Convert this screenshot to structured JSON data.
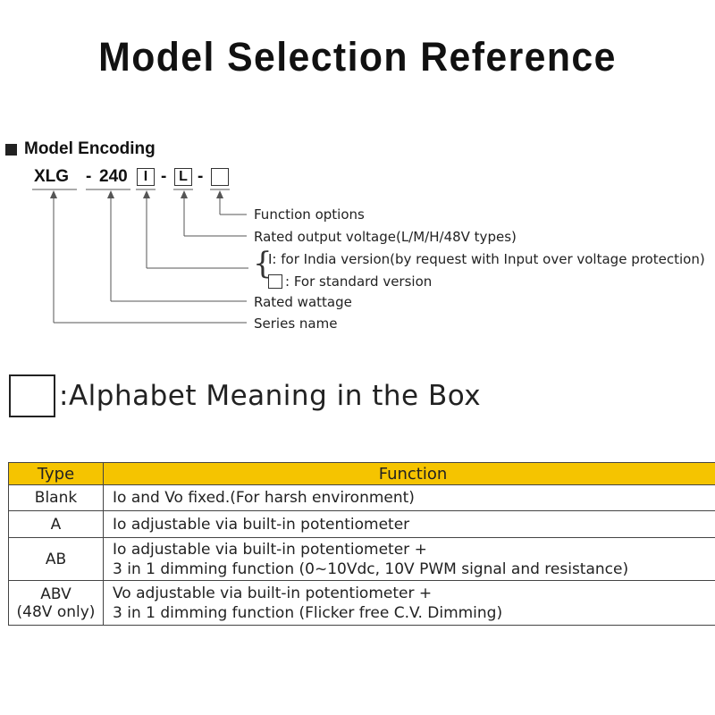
{
  "title": "Model Selection Reference",
  "encoding": {
    "heading": "Model Encoding",
    "series": "XLG",
    "dash": "-",
    "wattage": "240",
    "box_i": "I",
    "box_l": "L"
  },
  "labels": {
    "function_options": "Function options",
    "rated_output_voltage": "Rated output voltage(L/M/H/48V types)",
    "india_version": "I: for India version(by request with Input over voltage protection)",
    "standard_version": ": For standard version",
    "rated_wattage": "Rated wattage",
    "series_name": "Series name"
  },
  "alphabet_heading": ":Alphabet Meaning in the Box",
  "table": {
    "header_type": "Type",
    "header_function": "Function",
    "rows": [
      {
        "type": "Blank",
        "type2": "",
        "func1": "Io and Vo fixed.(For harsh environment)",
        "func2": ""
      },
      {
        "type": "A",
        "type2": "",
        "func1": "Io adjustable via built-in potentiometer",
        "func2": ""
      },
      {
        "type": "AB",
        "type2": "",
        "func1": "Io adjustable via built-in potentiometer +",
        "func2": "3 in 1 dimming function (0~10Vdc, 10V PWM signal and resistance)"
      },
      {
        "type": "ABV",
        "type2": "(48V only)",
        "func1": "Vo adjustable via built-in potentiometer +",
        "func2": "3 in 1 dimming function (Flicker free C.V. Dimming)"
      }
    ]
  },
  "colors": {
    "header_fill": "#f5c400",
    "text": "#222222"
  }
}
